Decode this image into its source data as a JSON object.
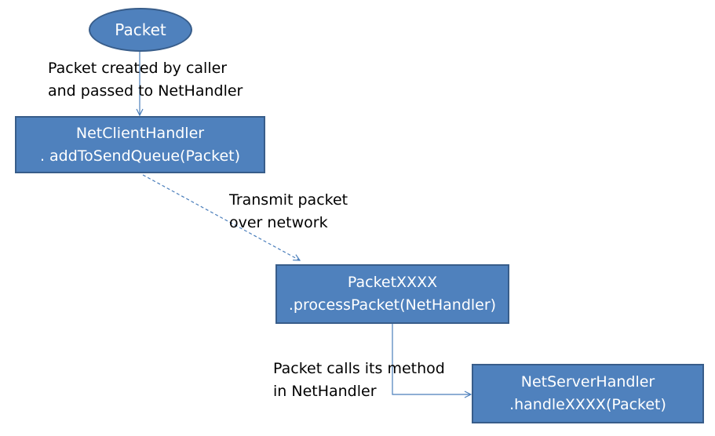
{
  "nodes": {
    "packet": {
      "label": "Packet"
    },
    "net_client_handler": {
      "line1": "NetClientHandler",
      "line2": ". addToSendQueue(Packet)"
    },
    "packet_xxxx": {
      "line1": "PacketXXXX",
      "line2": ".processPacket(NetHandler)"
    },
    "net_server_handler": {
      "line1": "NetServerHandler",
      "line2": ".handleXXXX(Packet)"
    }
  },
  "edge_labels": {
    "created": {
      "line1": "Packet created by caller",
      "line2": "and passed to NetHandler"
    },
    "transmit": {
      "line1": "Transmit packet",
      "line2": "over network"
    },
    "calls": {
      "line1": "Packet calls its method",
      "line2": "in NetHandler"
    }
  },
  "colors": {
    "node_fill": "#4f81bd",
    "node_border": "#385d8a",
    "connector": "#4a7ebb"
  }
}
